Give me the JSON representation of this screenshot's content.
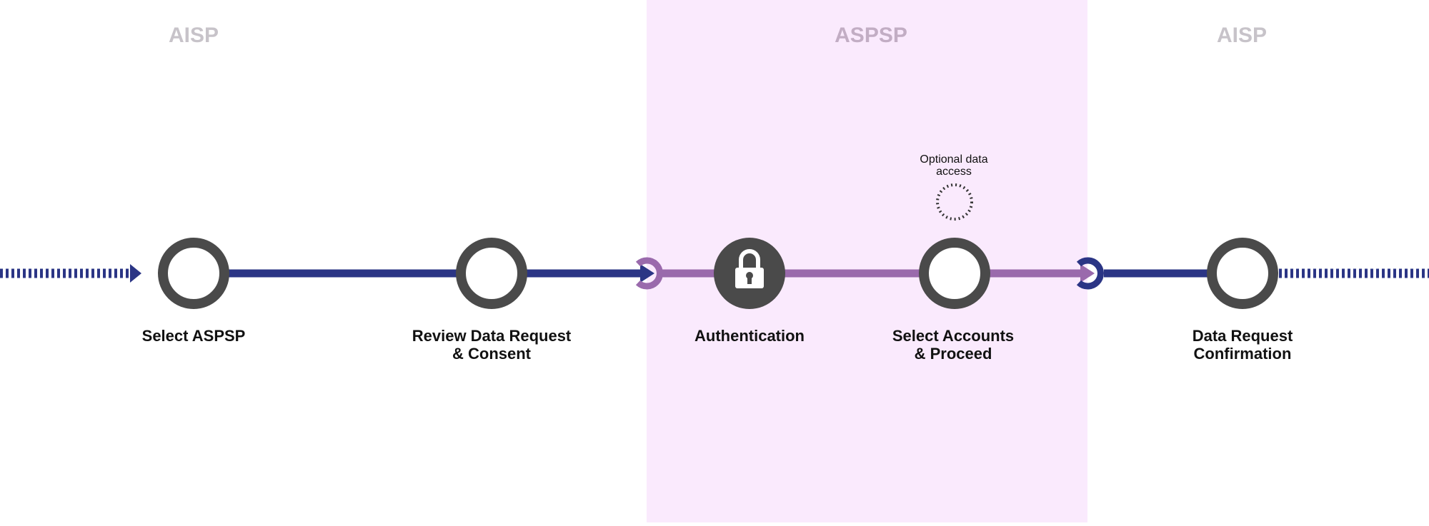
{
  "zones": [
    {
      "title": "AISP"
    },
    {
      "title": "ASPSP"
    },
    {
      "title": "AISP"
    }
  ],
  "steps": [
    {
      "label": "Select ASPSP"
    },
    {
      "label": "Review Data Request\n& Consent"
    },
    {
      "label": "Authentication",
      "icon": "padlock-icon"
    },
    {
      "label": "Select Accounts\n& Proceed"
    },
    {
      "label": "Data Request\nConfirmation"
    }
  ],
  "optional": {
    "label": "Optional data\naccess"
  },
  "colors": {
    "aisp_line": "#2b3585",
    "aspsp_line": "#9a6aac",
    "aspsp_zone": "#faeafd",
    "node_ring": "#4a4a4a",
    "zone_title": "#c7c3c9"
  }
}
